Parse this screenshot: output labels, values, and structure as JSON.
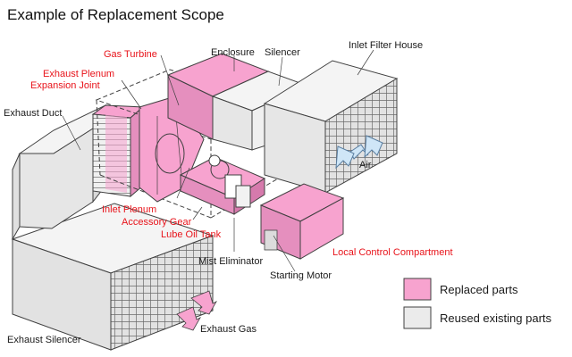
{
  "title": "Example of  Replacement Scope",
  "colors": {
    "replaced": "#f7a3cf",
    "reused": "#ebebeb",
    "outline": "#404040",
    "red_label": "#e8131a",
    "black_label": "#1a1a1a",
    "arrow": "#cfe6f7",
    "exhaust_arrow": "#f7a3cf"
  },
  "components": {
    "exhaust_duct": "Exhaust Duct",
    "exhaust_silencer": "Exhaust Silencer",
    "exhaust_gas": "Exhaust Gas",
    "enclosure": "Enclosure",
    "silencer": "Silencer",
    "inlet_filter_house": "Inlet Filter House",
    "air": "Air",
    "gas_turbine": "Gas Turbine",
    "exhaust_plenum_line1": "Exhaust Plenum",
    "exhaust_plenum_line2": "Expansion Joint",
    "inlet_plenum": "Inlet Plenum",
    "accessory_gear": "Accessory Gear",
    "lube_oil_tank": "Lube Oil Tank",
    "mist_eliminator": "Mist Eliminator",
    "starting_motor": "Starting Motor",
    "local_control_compartment": "Local Control Compartment"
  },
  "legend": {
    "replaced": "Replaced parts",
    "reused": "Reused existing parts"
  }
}
